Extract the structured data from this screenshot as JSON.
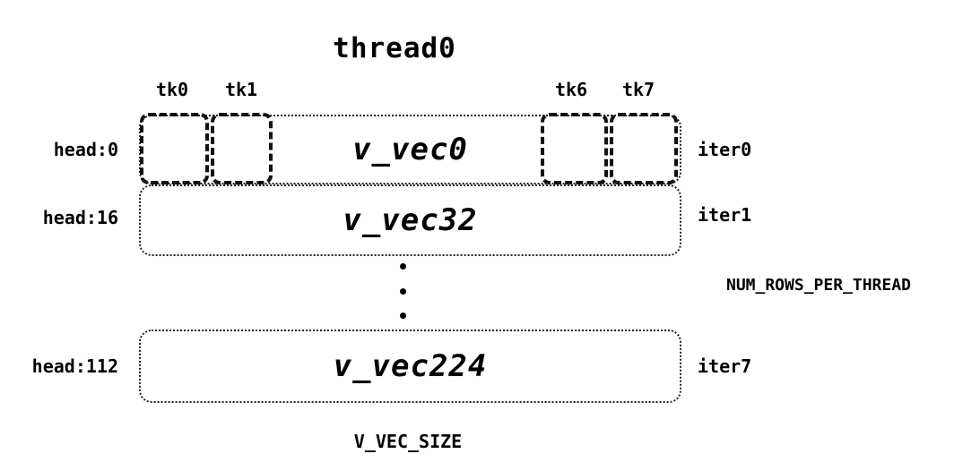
{
  "diagram": {
    "title": "thread0",
    "tick_labels": [
      "tk0",
      "tk1",
      "tk6",
      "tk7"
    ],
    "rows": [
      {
        "head": "head:0",
        "vec": "v_vec0",
        "iter": "iter0"
      },
      {
        "head": "head:16",
        "vec": "v_vec32",
        "iter": "iter1"
      },
      {
        "head": "head:112",
        "vec": "v_vec224",
        "iter": "iter7"
      }
    ],
    "side_label": "NUM_ROWS_PER_THREAD",
    "bottom_label": "V_VEC_SIZE",
    "colors": {
      "background": "#ffffff",
      "stroke": "#111111",
      "text": "#000000"
    }
  }
}
